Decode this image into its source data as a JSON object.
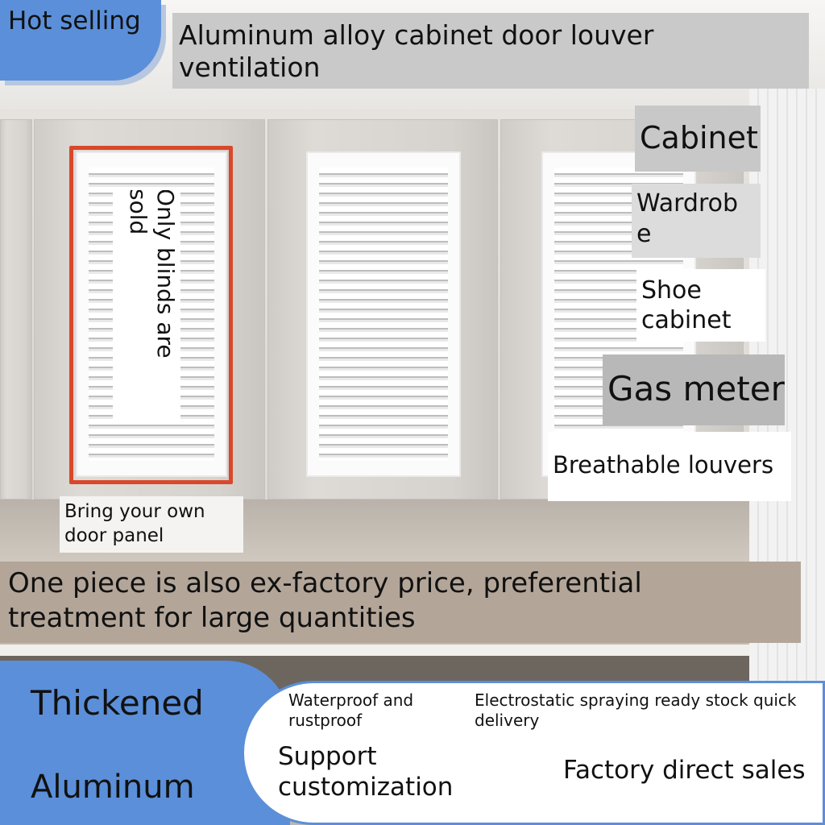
{
  "badge": {
    "hot_selling": "Hot selling"
  },
  "title": "Aluminum alloy cabinet door louver ventilation",
  "uses": {
    "cabinet": "Cabinet",
    "wardrobe": "Wardrobe",
    "shoe_cabinet": "Shoe cabinet",
    "gas_meter": "Gas meter",
    "breathable": "Breathable louvers"
  },
  "notes": {
    "only_blinds": "Only blinds are sold",
    "own_panel": "Bring your own door panel"
  },
  "banner": "One piece is also ex-factory price, preferential treatment for large quantities",
  "features": {
    "thickened": "Thickened",
    "aluminum": "Aluminum",
    "waterproof": "Waterproof and rustproof",
    "electrostatic": "Electrostatic spraying ready stock quick delivery",
    "customization": "Support customization",
    "factory": "Factory direct sales"
  },
  "colors": {
    "accent_blue": "#5b8fd9",
    "highlight_red": "#d9482a",
    "label_gray": "#c9c9c9",
    "banner_tan": "#b3a699"
  }
}
